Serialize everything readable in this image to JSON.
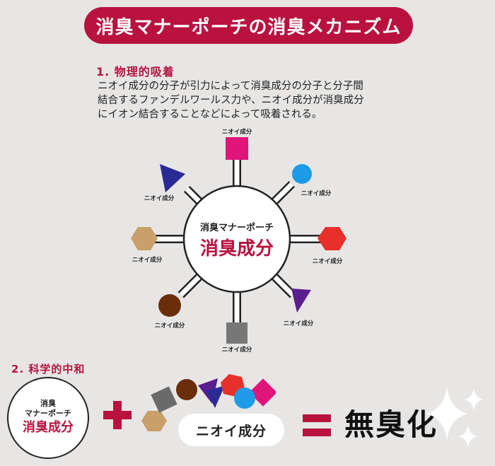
{
  "title": "消臭マナーポーチの消臭メカニズム",
  "section1": {
    "heading": "1. 物理的吸着",
    "body_lines": [
      "ニオイ成分の分子が引力によって消臭成分の分子と分子間",
      "結合するファンデルワールス力や、ニオイ成分が消臭成分",
      "にイオン結合することなどによって吸着される。"
    ]
  },
  "center": {
    "line1": "消臭マナーポーチ",
    "line2": "消臭成分"
  },
  "odor_label": "ニオイ成分",
  "colors": {
    "accent": "#b9123f",
    "magenta": "#e0157a",
    "blue": "#1e9be8",
    "red": "#e8302a",
    "purple": "#5a1d8e",
    "gray": "#777777",
    "brown": "#6b2e0a",
    "tan": "#c9a06a",
    "navy": "#2a2a94"
  },
  "section2": {
    "heading": "2. 科学的中和",
    "circle_line1": "消臭",
    "circle_line2": "マナーポーチ",
    "circle_line3": "消臭成分",
    "pill_label": "ニオイ成分",
    "result": "無臭化"
  },
  "icons": [
    "plus-icon",
    "equals-icon",
    "sparkle-icon"
  ]
}
